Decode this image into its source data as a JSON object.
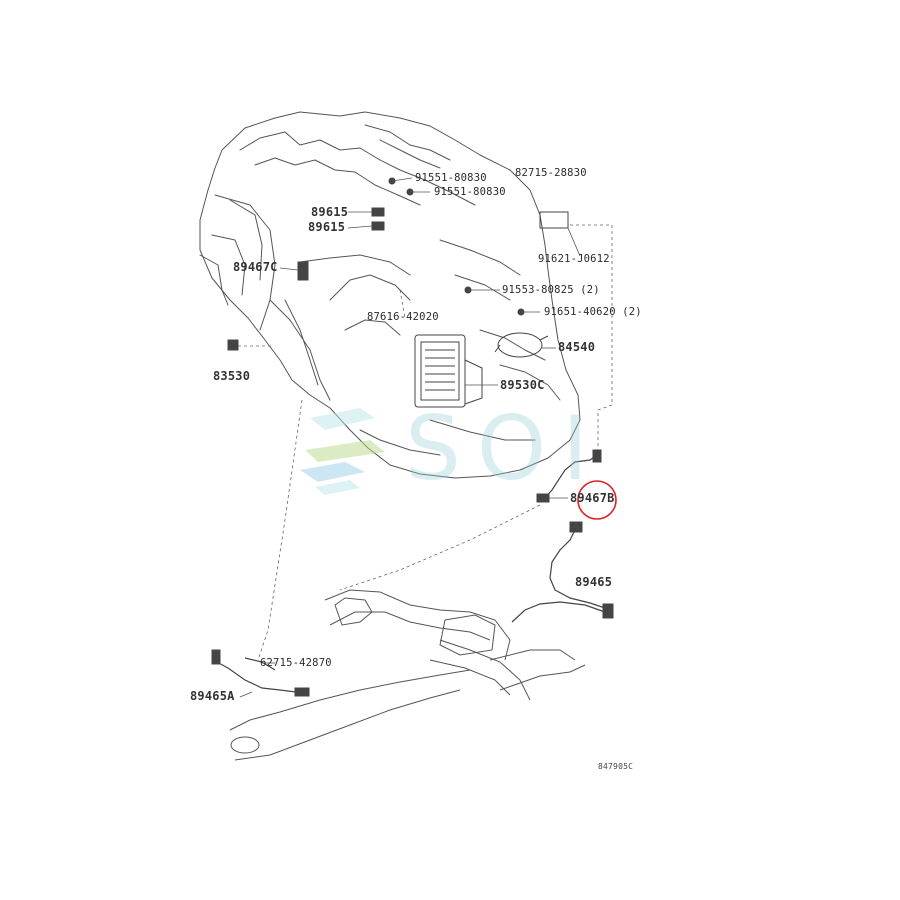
{
  "watermark": {
    "text": "SOI",
    "color": "#9fd4dc"
  },
  "highlight": {
    "part": "89467B",
    "circle_color": "#e02020"
  },
  "labels": {
    "p_82715_28830": "82715-28830",
    "p_91551_80830_a": "91551-80830",
    "p_91551_80830_b": "91551-80830",
    "p_89615_a": "89615",
    "p_89615_b": "89615",
    "p_91621_j0612": "91621-J0612",
    "p_89467c": "89467C",
    "p_91553_80825": "91553-80825 (2)",
    "p_91651_40620": "91651-40620 (2)",
    "p_87616_42020": "87616-42020",
    "p_84540": "84540",
    "p_83530": "83530",
    "p_89530c": "89530C",
    "p_89467b": "89467B",
    "p_89465": "89465",
    "p_62715_42870": "62715-42870",
    "p_89465a": "89465A",
    "figure_ref": "847905C"
  }
}
